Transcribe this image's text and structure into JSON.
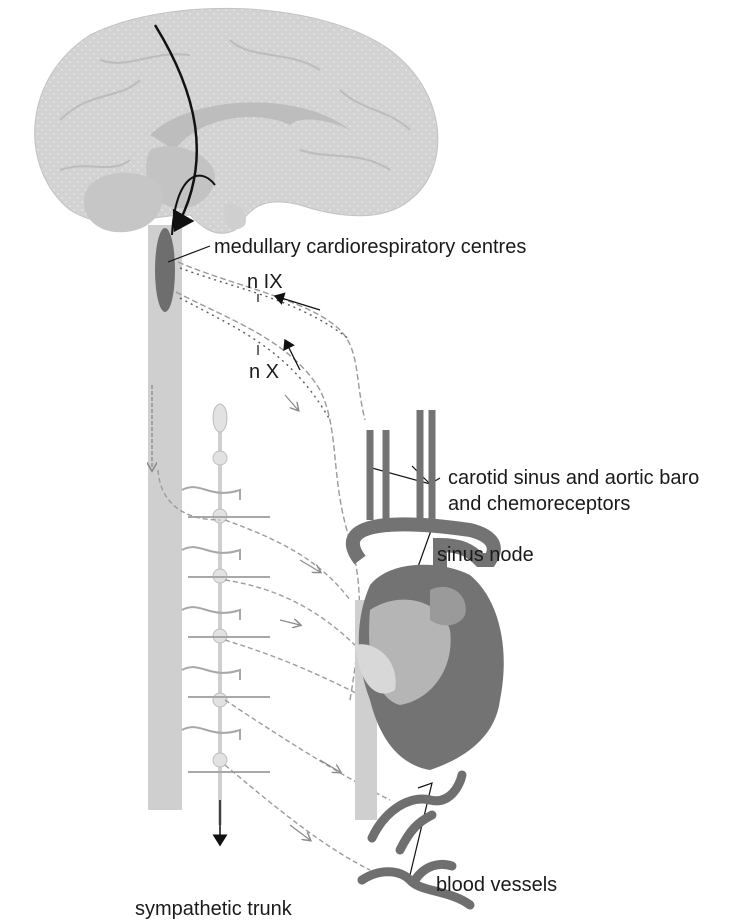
{
  "labels": {
    "medulla": "medullary cardiorespiratory centres",
    "nIX": "n IX",
    "nX": "n X",
    "receptors_line1": "carotid sinus and aortic baro",
    "receptors_line2": "and chemoreceptors",
    "sinus_node": "sinus node",
    "blood_vessels": "blood vessels",
    "sympathetic_trunk": "sympathetic trunk"
  },
  "colors": {
    "brain": "#d4d4d4",
    "brain_dark": "#b9b9b9",
    "cord": "#cfcfcf",
    "medulla_centre": "#6e6e6e",
    "heart_dark": "#707070",
    "heart_light": "#b5b5b5",
    "vessel": "#7a7a7a",
    "nerve": "#8c8c8c",
    "line": "#111111"
  }
}
